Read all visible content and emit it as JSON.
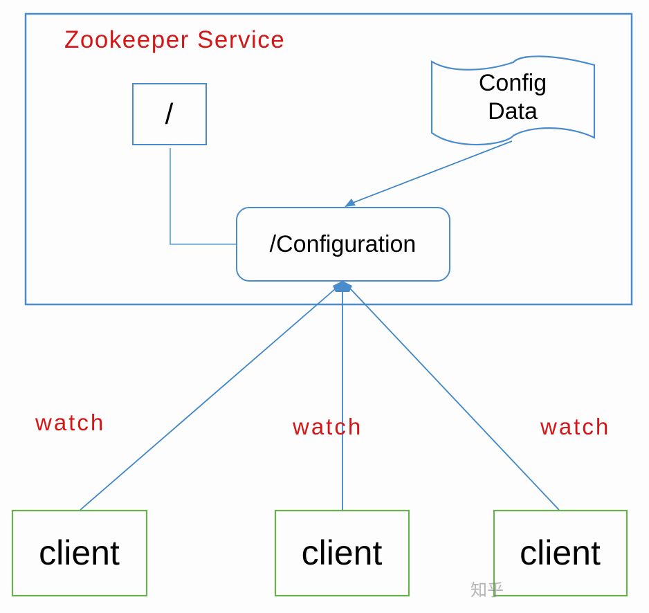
{
  "service": {
    "title": "Zookeeper Service"
  },
  "nodes": {
    "root": {
      "label": "/"
    },
    "configuration": {
      "label": "/Configuration"
    },
    "config_data": {
      "line1": "Config",
      "line2": "Data"
    }
  },
  "watch_labels": [
    "watch",
    "watch",
    "watch"
  ],
  "clients": [
    {
      "label": "client"
    },
    {
      "label": "client"
    },
    {
      "label": "client"
    }
  ],
  "edges": [
    {
      "from": "root",
      "to": "configuration",
      "style": "elbow-line"
    },
    {
      "from": "config_data",
      "to": "configuration",
      "style": "arrow"
    },
    {
      "from": "client-1",
      "to": "configuration",
      "style": "arrow",
      "label": "watch"
    },
    {
      "from": "client-2",
      "to": "configuration",
      "style": "arrow",
      "label": "watch"
    },
    {
      "from": "client-3",
      "to": "configuration",
      "style": "arrow",
      "label": "watch"
    }
  ],
  "colors": {
    "service_border": "#4a8ccb",
    "node_border": "#4a8ccb",
    "client_border": "#6ab04c",
    "edge": "#3f86c6",
    "accent_text": "#d51616",
    "text": "#000000"
  },
  "watermark": {
    "platform": "知乎"
  }
}
